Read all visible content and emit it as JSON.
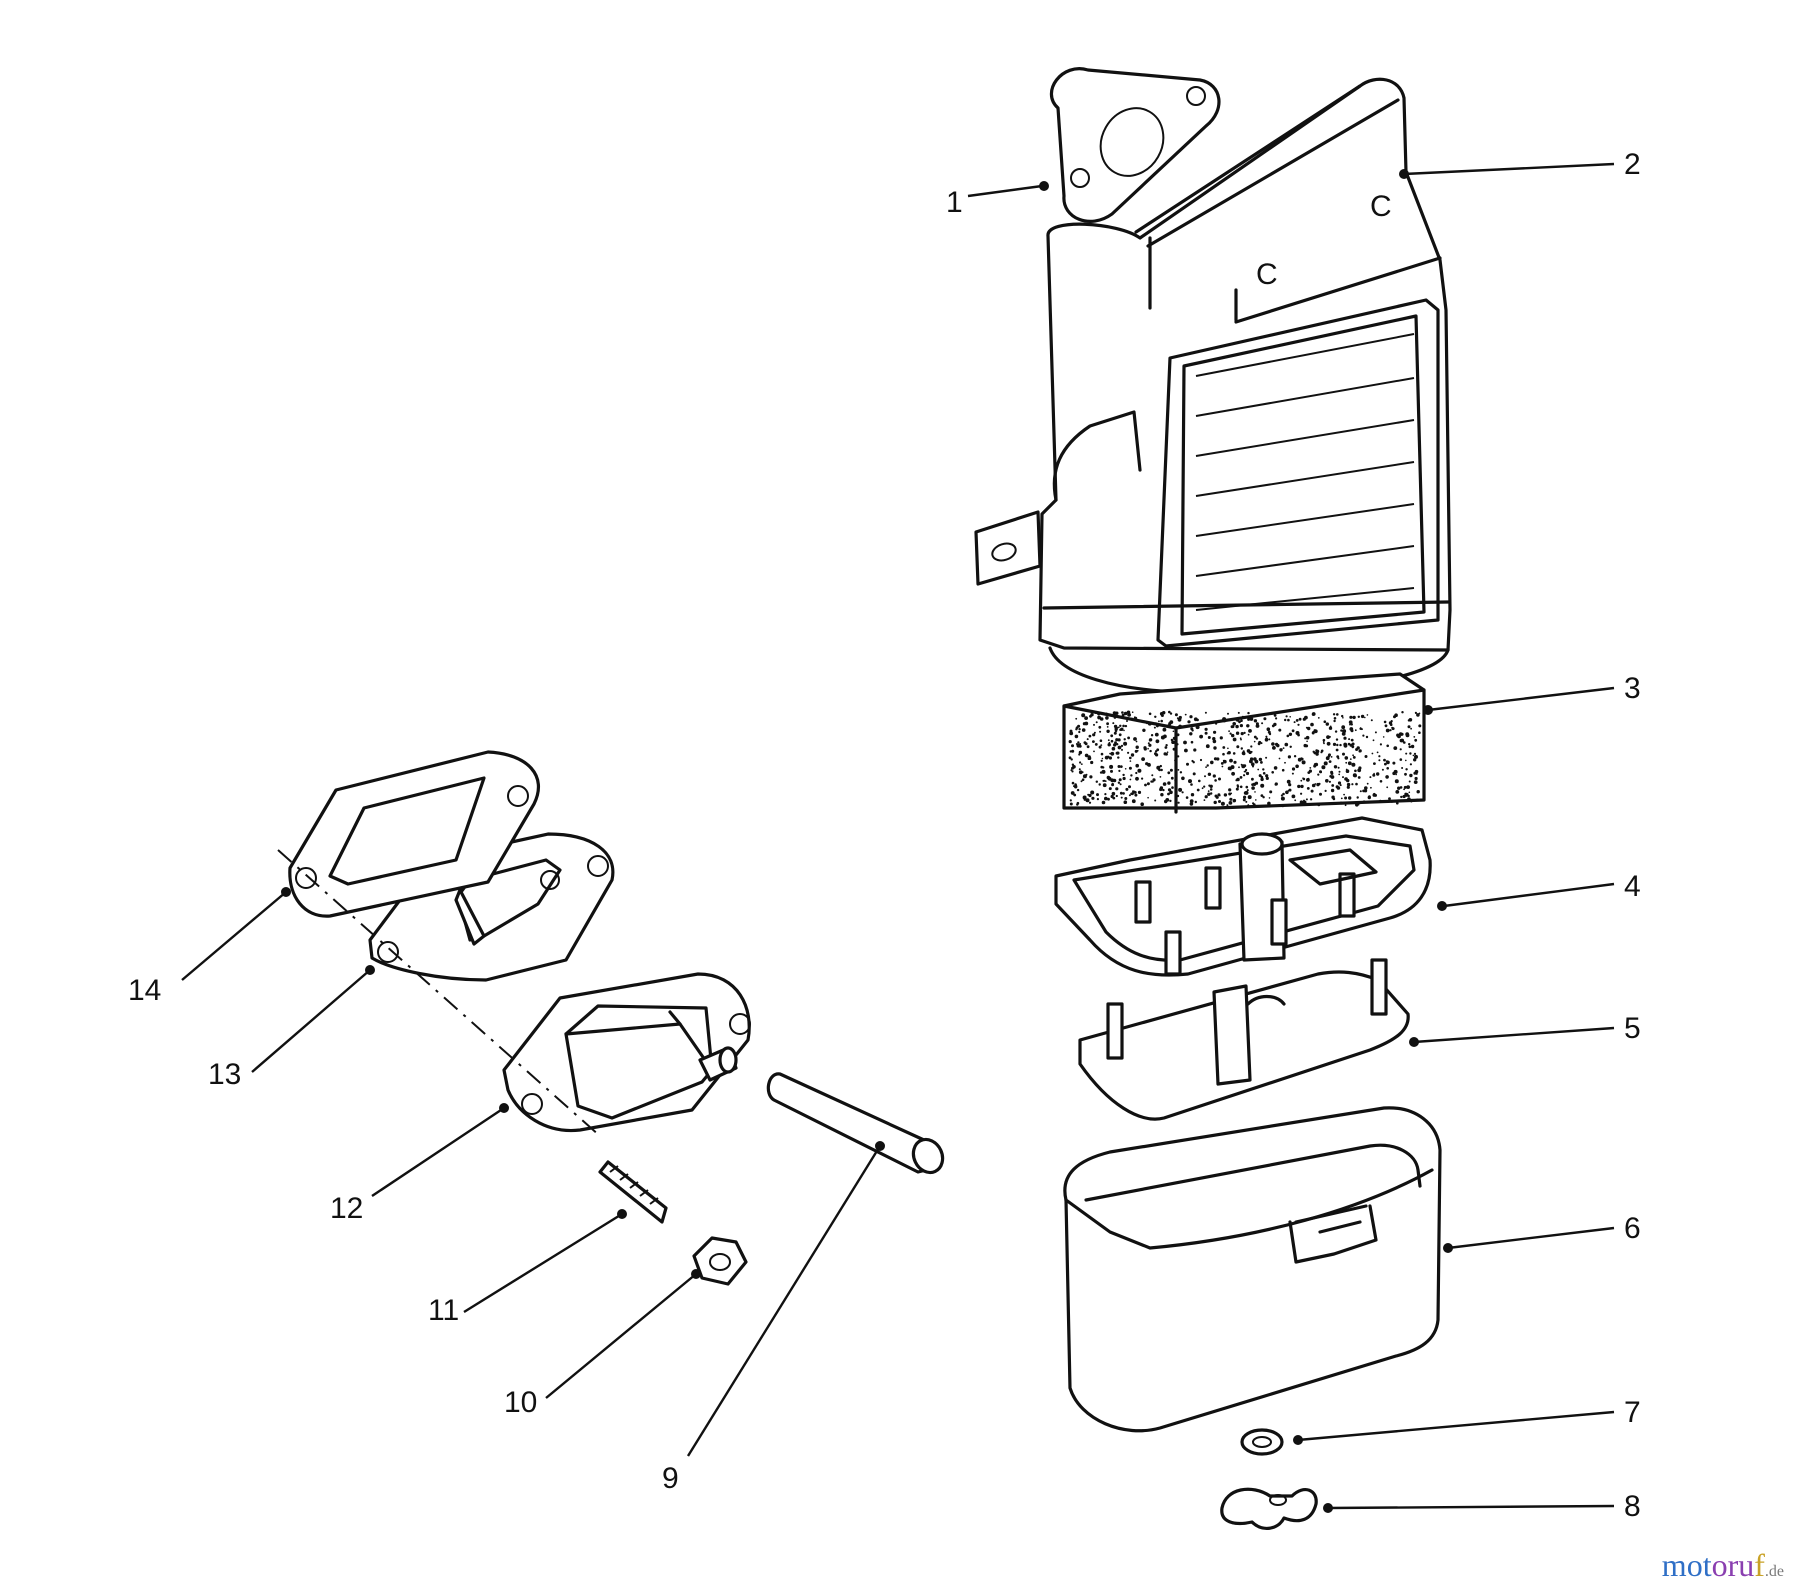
{
  "callouts": [
    {
      "id": "1",
      "text": "1"
    },
    {
      "id": "2",
      "text": "2"
    },
    {
      "id": "3",
      "text": "3"
    },
    {
      "id": "4",
      "text": "4"
    },
    {
      "id": "5",
      "text": "5"
    },
    {
      "id": "6",
      "text": "6"
    },
    {
      "id": "7",
      "text": "7"
    },
    {
      "id": "8",
      "text": "8"
    },
    {
      "id": "9",
      "text": "9"
    },
    {
      "id": "10",
      "text": "10"
    },
    {
      "id": "11",
      "text": "11"
    },
    {
      "id": "12",
      "text": "12"
    },
    {
      "id": "13",
      "text": "13"
    },
    {
      "id": "14",
      "text": "14"
    }
  ],
  "watermark": {
    "part1": "mot",
    "part2": "oru",
    "part3": "f",
    "part4": ".de"
  }
}
